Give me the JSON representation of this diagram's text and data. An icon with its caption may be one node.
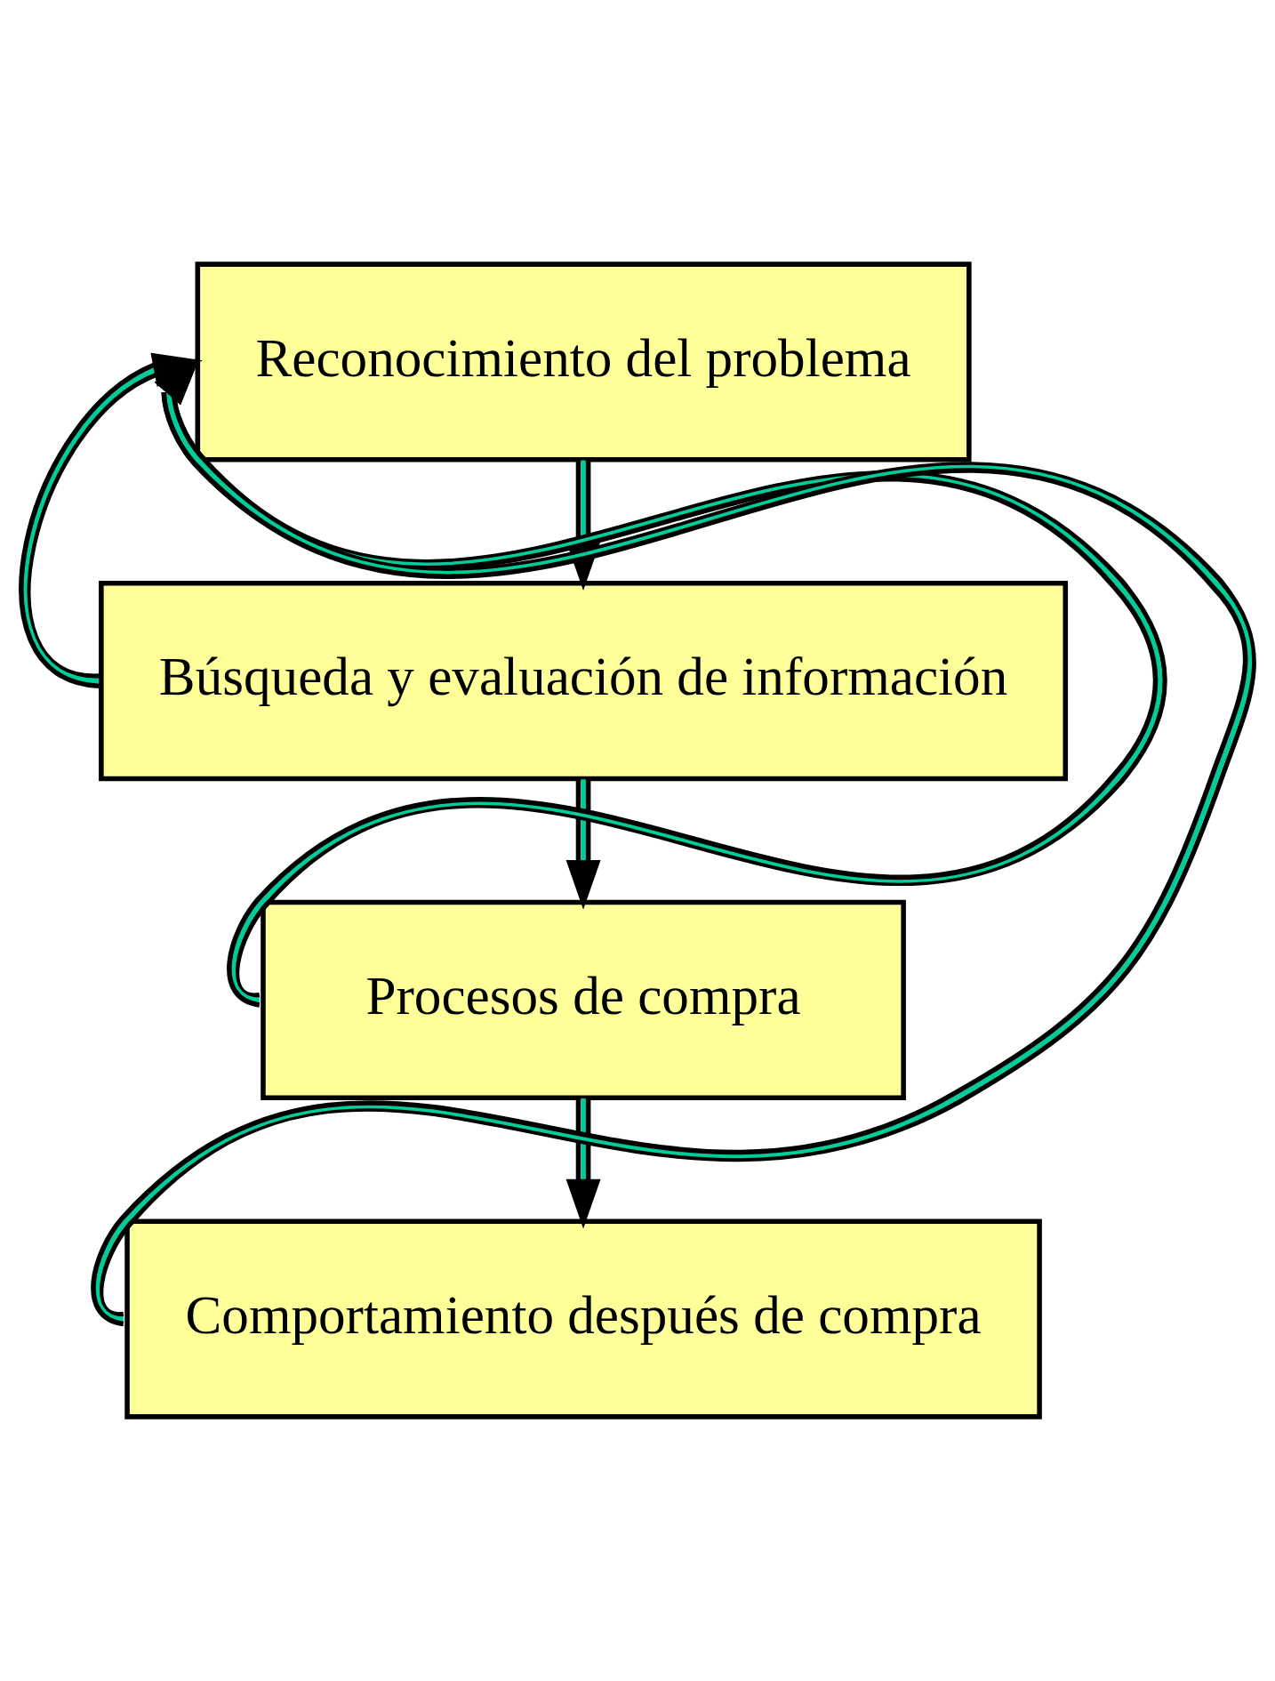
{
  "diagram": {
    "nodes": [
      {
        "text": [
          "Reconocimiento del problema"
        ]
      },
      {
        "text": [
          "Búsqueda y evaluación de información"
        ]
      },
      {
        "text": [
          "Procesos de compra"
        ]
      },
      {
        "text": [
          "Comportamiento después de compra"
        ]
      }
    ],
    "edges": [
      {
        "from": 0,
        "to": 1,
        "arrow": "to"
      },
      {
        "from": 1,
        "to": 2,
        "arrow": "to"
      },
      {
        "from": 2,
        "to": 3,
        "arrow": "to"
      },
      {
        "from": 1,
        "to": 0,
        "arrow": "to"
      },
      {
        "from": 2,
        "to": 0,
        "arrow": "to"
      },
      {
        "from": 3,
        "to": 0,
        "arrow": "to"
      }
    ]
  }
}
